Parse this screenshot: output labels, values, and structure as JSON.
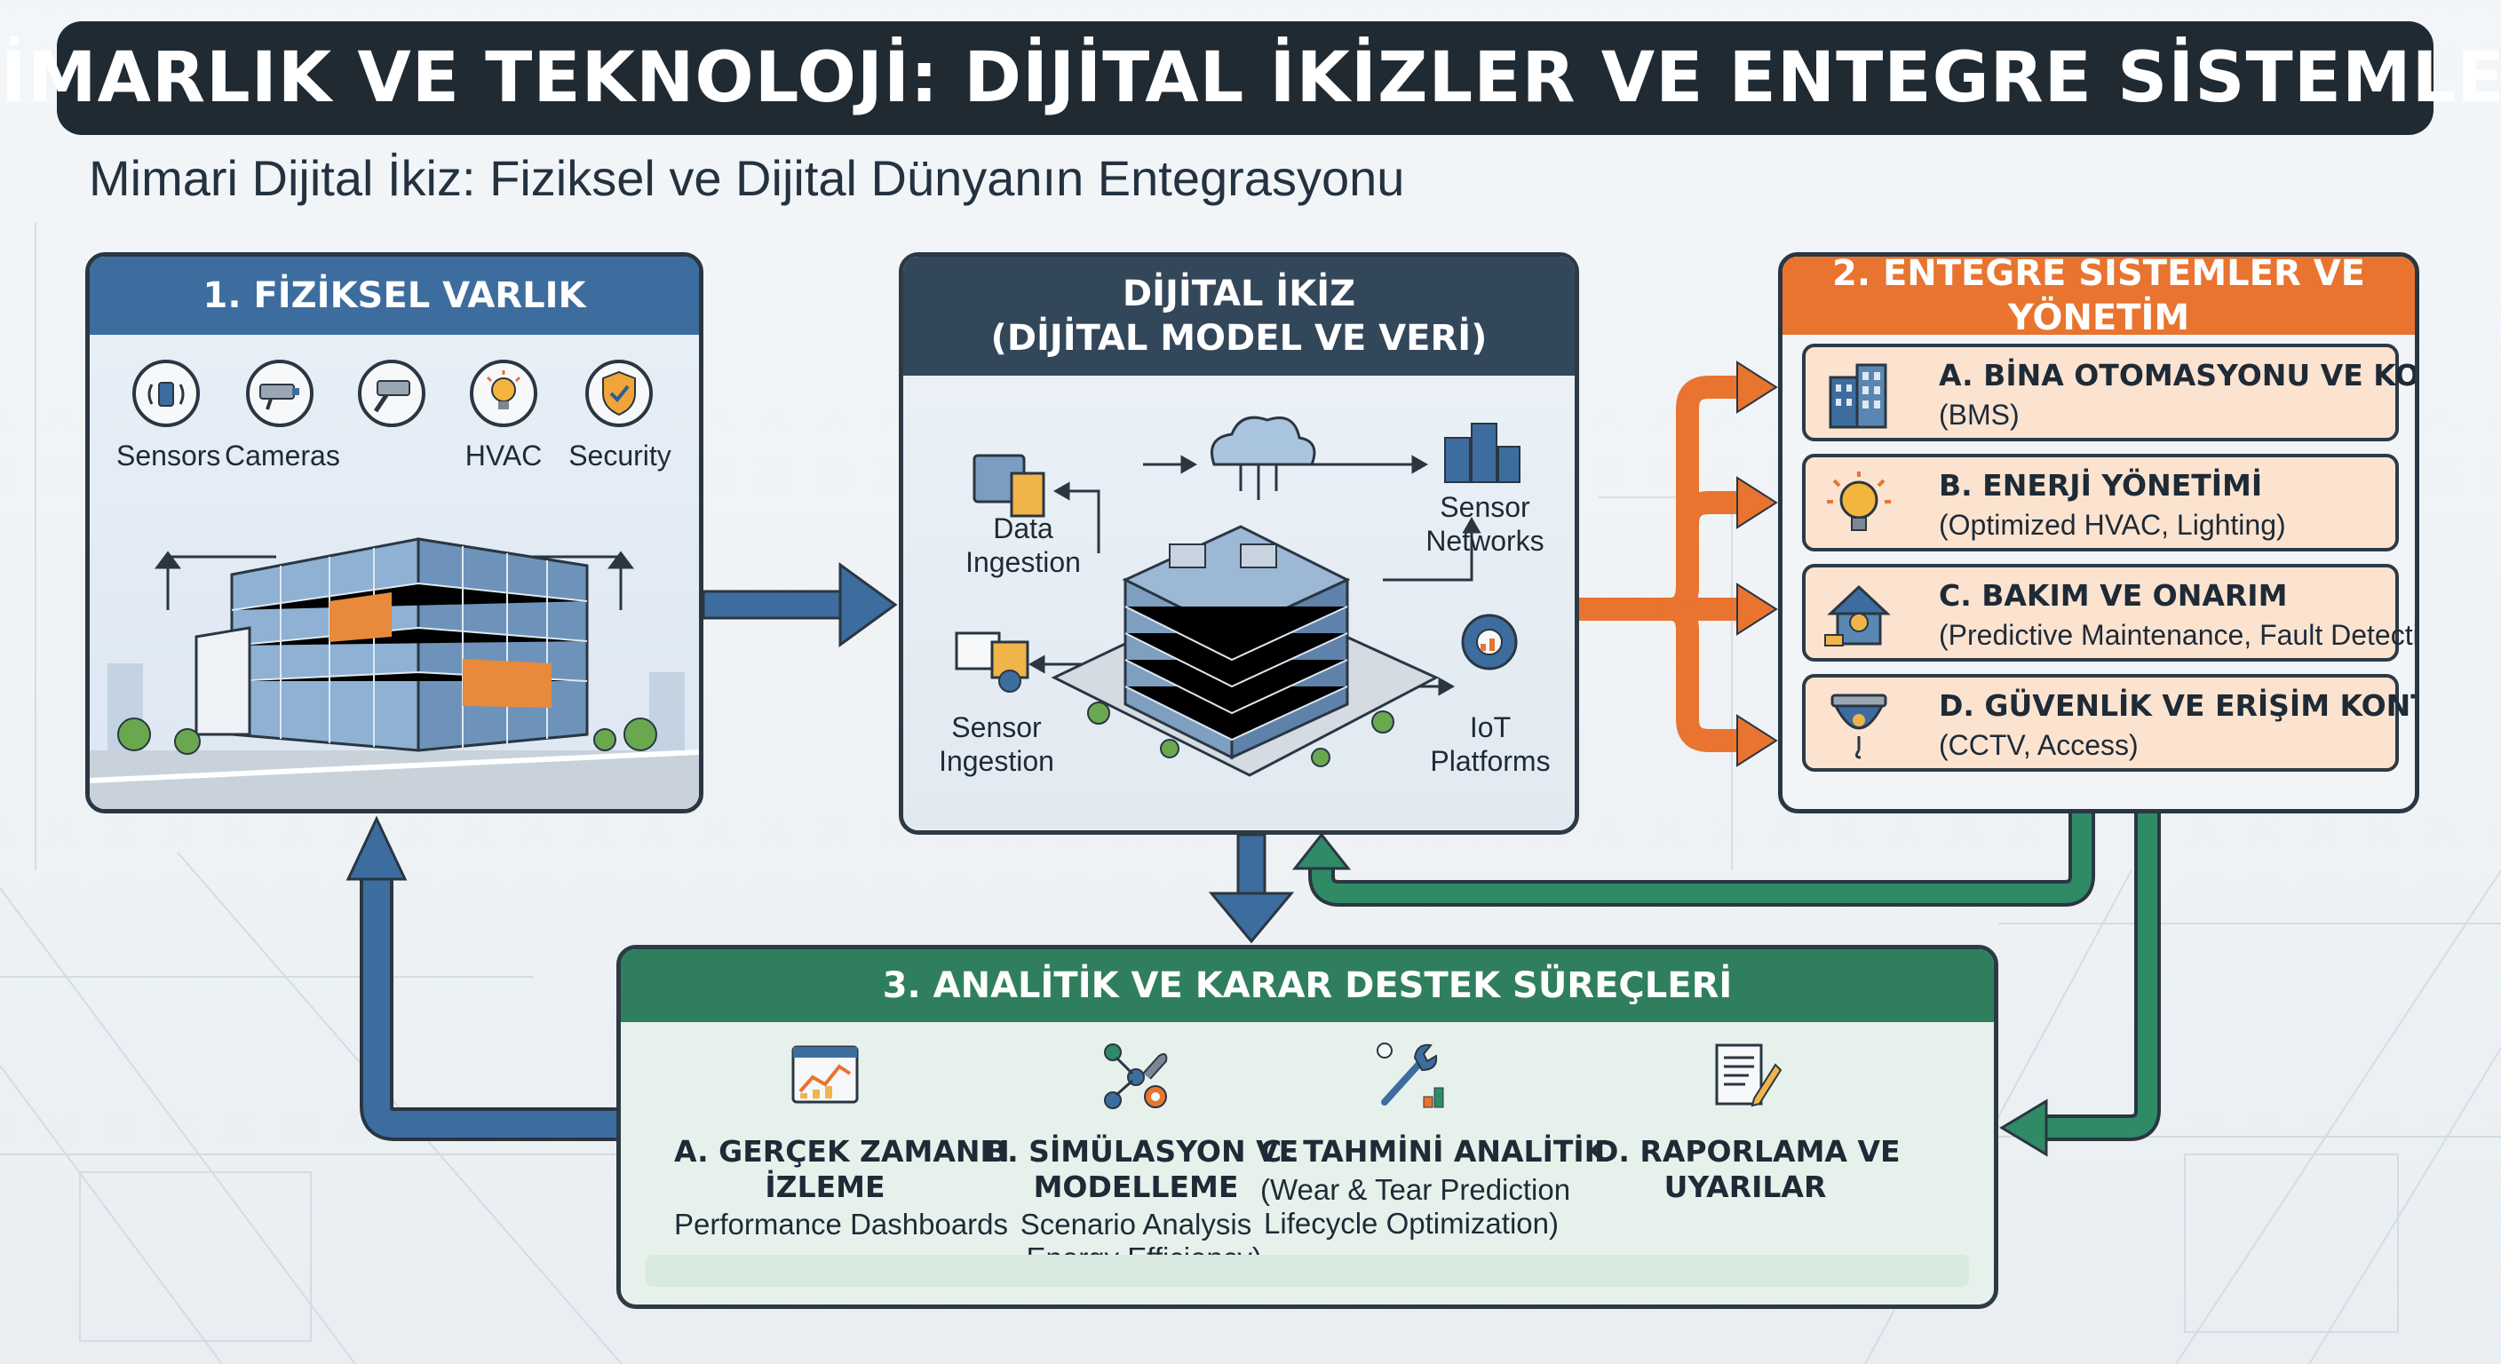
{
  "title": "MİMARLIK VE TEKNOLOJİ: DİJİTAL İKİZLER VE ENTEGRE SİSTEMLER",
  "subtitle": "Mimari Dijital İkiz: Fiziksel ve Dijital Dünyanın Entegrasyonu",
  "physical": {
    "header": "1. FİZİKSEL VARLIK",
    "devices": [
      {
        "label": "Sensors",
        "icon": "sensor-icon"
      },
      {
        "label": "Cameras",
        "icon": "camera-icon"
      },
      {
        "label": "",
        "icon": "cctv-icon"
      },
      {
        "label": "HVAC",
        "icon": "lightbulb-icon"
      },
      {
        "label": "Security",
        "icon": "shield-icon"
      }
    ]
  },
  "twin": {
    "header_line1": "DİJİTAL İKİZ",
    "header_line2": "(DİJİTAL MODEL VE VERİ)",
    "nodes": {
      "data_ingestion": "Data\nIngestion",
      "sensor_networks": "Sensor\nNetworks",
      "sensor_ingestion": "Sensor\nIngestion",
      "iot_platforms": "IoT\nPlatforms"
    }
  },
  "systems": {
    "header": "2. ENTEGRE SİSTEMLER VE YÖNETİM",
    "items": [
      {
        "title": "A. BİNA OTOMASYONU VE KONTROL",
        "desc": "(BMS)",
        "icon": "building-icon"
      },
      {
        "title": "B. ENERJİ YÖNETİMİ",
        "desc": "(Optimized HVAC, Lighting)",
        "icon": "lightbulb-icon"
      },
      {
        "title": "C. BAKIM VE ONARIM",
        "desc": "(Predictive Maintenance, Fault Detection)",
        "icon": "house-maintenance-icon"
      },
      {
        "title": "D. GÜVENLİK VE ERİŞİM KONTROLÜ",
        "desc": "(CCTV, Access)",
        "icon": "dome-camera-icon"
      }
    ]
  },
  "analytics": {
    "header": "3. ANALİTİK VE KARAR DESTEK SÜREÇLERİ",
    "items": [
      {
        "title": "A. GERÇEK ZAMANLI\nİZLEME",
        "desc": "Performance Dashboards",
        "icon": "dashboard-icon"
      },
      {
        "title": "B. SİMÜLASYON VE\nMODELLEME",
        "desc": "Scenario Analysis\n, Energy Efficiency)",
        "icon": "simulation-icon"
      },
      {
        "title": "C. TAHMİNİ ANALİTİK",
        "desc": "(Wear & Tear Prediction\nLifecycle Optimization)",
        "icon": "wrench-chart-icon"
      },
      {
        "title": "D. RAPORLAMA VE\nUYARILAR",
        "desc": "",
        "icon": "report-icon"
      }
    ]
  },
  "colors": {
    "title_bg": "#1f2a33",
    "physical_header": "#3d6d9e",
    "twin_header": "#33475b",
    "systems_header": "#e8742f",
    "analytics_header": "#2f7f5e",
    "blue_arrow": "#3d6d9e",
    "orange_arrow": "#e8742f",
    "green_arrow": "#2f8a66",
    "system_item_bg": "#fbe3d0"
  }
}
